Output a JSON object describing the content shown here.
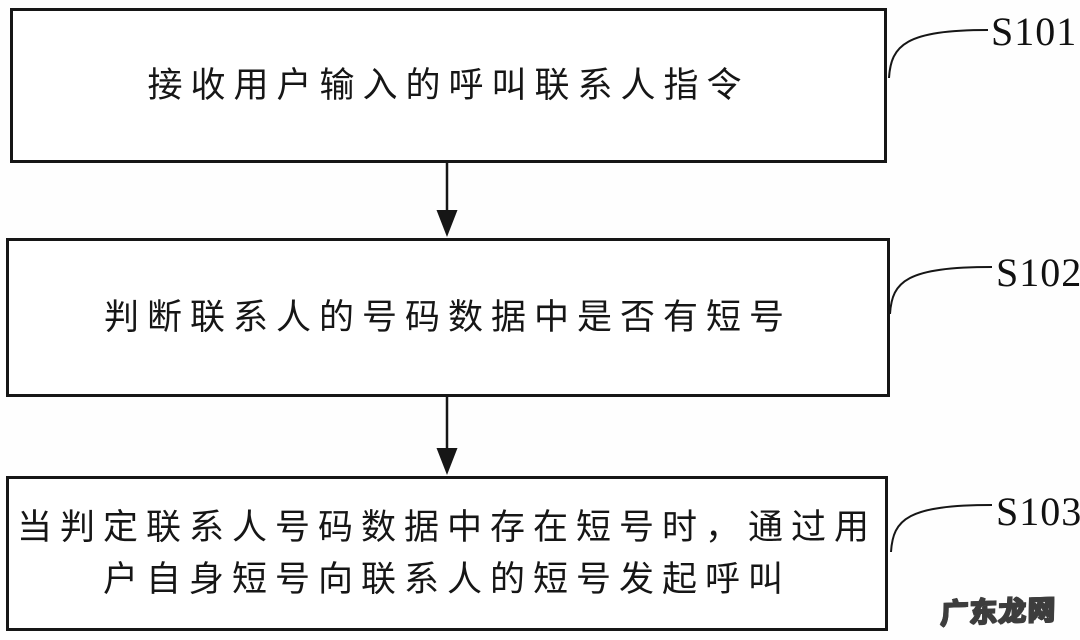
{
  "figure": {
    "type": "flowchart",
    "steps": [
      {
        "id": "S101",
        "lines": [
          "接收用户输入的呼叫联系人指令"
        ]
      },
      {
        "id": "S102",
        "lines": [
          "判断联系人的号码数据中是否有短号"
        ]
      },
      {
        "id": "S103",
        "lines": [
          "当判定联系人号码数据中存在短号时，通过用",
          "户自身短号向联系人的短号发起呼叫"
        ]
      }
    ],
    "flow_order": [
      "S101",
      "S102",
      "S103"
    ]
  },
  "watermark": {
    "text": "广东龙网"
  },
  "colors": {
    "line": "#161616",
    "background": "#ffffff",
    "watermark_outline": "#3d3d3d",
    "watermark_fill": "#ffffff"
  }
}
